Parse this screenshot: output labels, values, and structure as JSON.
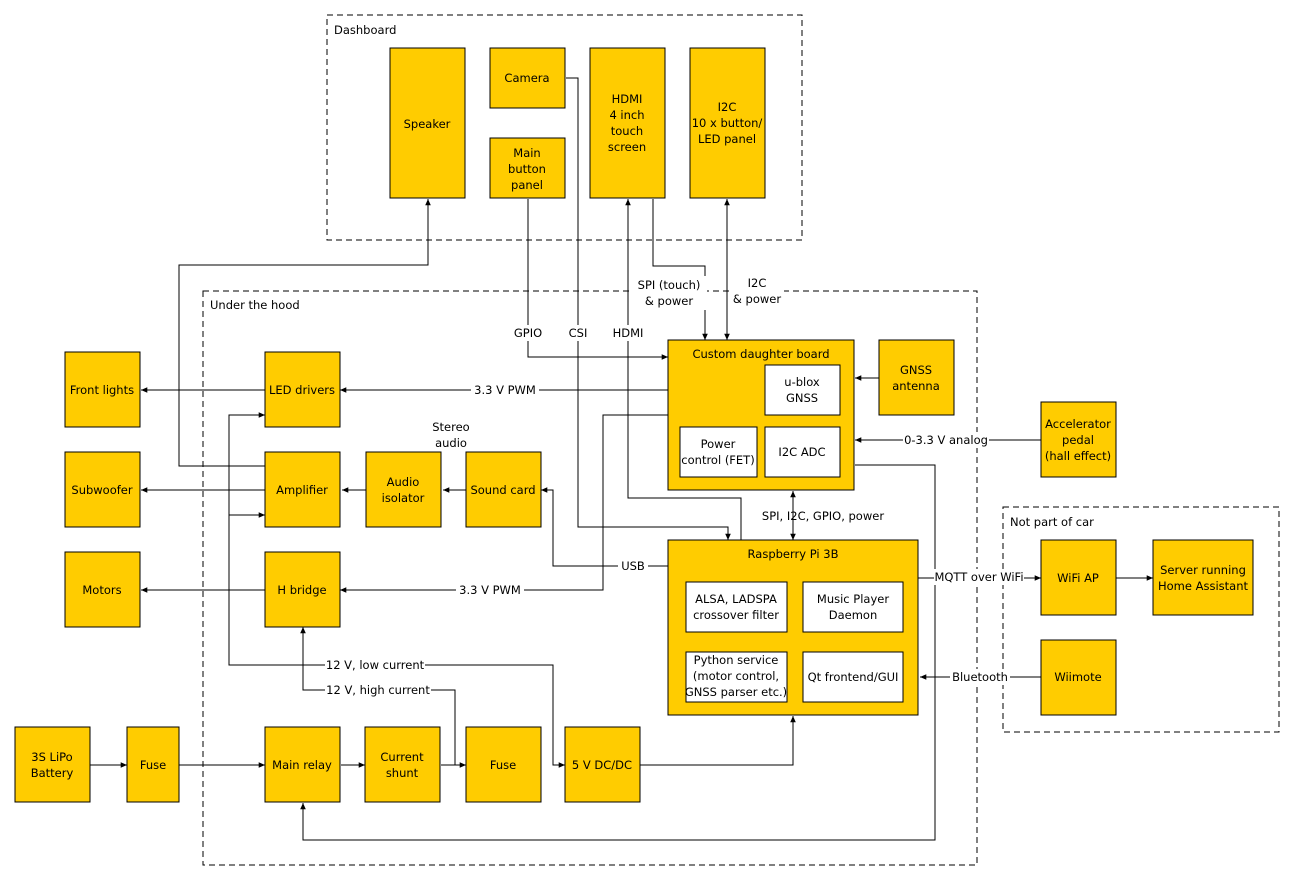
{
  "groups": {
    "dashboard": "Dashboard",
    "under_hood": "Under the hood",
    "not_part": "Not part of car"
  },
  "blocks": {
    "speaker": "Speaker",
    "camera": "Camera",
    "main_button_panel": [
      "Main",
      "button",
      "panel"
    ],
    "hdmi_screen": [
      "HDMI",
      "4 inch",
      "touch",
      "screen"
    ],
    "i2c_panel": [
      "I2C",
      "10 x button/",
      "LED panel"
    ],
    "front_lights": "Front lights",
    "led_drivers": "LED drivers",
    "subwoofer": "Subwoofer",
    "amplifier": "Amplifier",
    "audio_isolator": [
      "Audio",
      "isolator"
    ],
    "sound_card": "Sound card",
    "motors": "Motors",
    "h_bridge": "H bridge",
    "custom_board": "Custom daughter board",
    "ublox_gnss": [
      "u-blox",
      "GNSS"
    ],
    "power_control": [
      "Power",
      "control (FET)"
    ],
    "i2c_adc": "I2C ADC",
    "gnss_antenna": [
      "GNSS",
      "antenna"
    ],
    "accelerator": [
      "Accelerator",
      "pedal",
      "(hall effect)"
    ],
    "raspberry_pi": "Raspberry Pi 3B",
    "alsa": [
      "ALSA, LADSPA",
      "crossover filter"
    ],
    "mpd": [
      "Music Player",
      "Daemon"
    ],
    "python_service": [
      "Python service",
      "(motor control,",
      "GNSS parser etc.)"
    ],
    "qt_frontend": "Qt frontend/GUI",
    "battery": [
      "3S LiPo",
      "Battery"
    ],
    "fuse1": "Fuse",
    "main_relay": "Main relay",
    "current_shunt": [
      "Current",
      "shunt"
    ],
    "fuse2": "Fuse",
    "dcdc": "5 V DC/DC",
    "wifi_ap": "WiFi AP",
    "server": [
      "Server running",
      "Home Assistant"
    ],
    "wiimote": "Wiimote"
  },
  "labels": {
    "spi_touch": [
      "SPI (touch)",
      "& power"
    ],
    "i2c_power": [
      "I2C",
      "& power"
    ],
    "gpio": "GPIO",
    "csi": "CSI",
    "hdmi": "HDMI",
    "pwm_led": "3.3 V PWM",
    "pwm_hbridge": "3.3 V PWM",
    "stereo_audio": [
      "Stereo",
      "audio"
    ],
    "analog": "0-3.3 V analog",
    "spi_bus": "SPI, I2C, GPIO, power",
    "usb": "USB",
    "mqtt": "MQTT over WiFi",
    "bluetooth": "Bluetooth",
    "low_current": "12 V, low current",
    "high_current": "12 V, high current"
  }
}
